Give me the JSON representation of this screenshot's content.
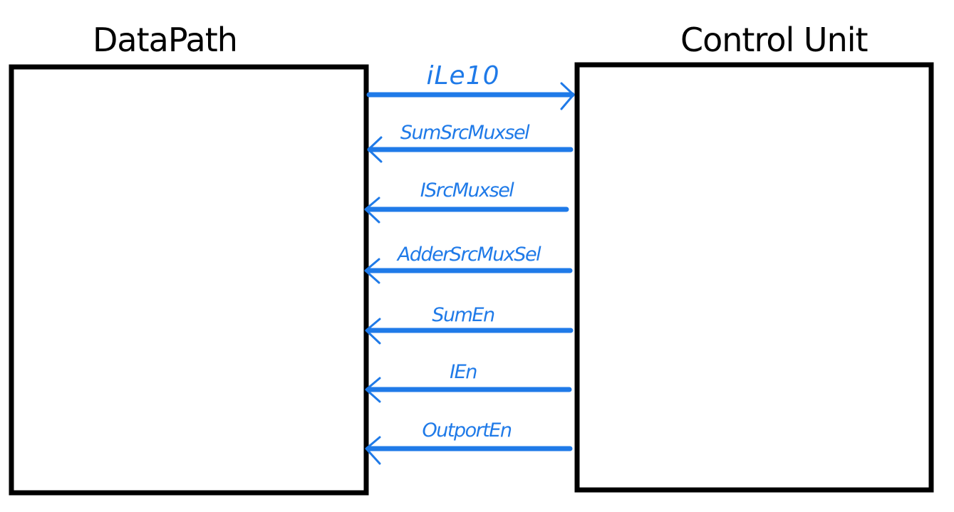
{
  "blocks": {
    "datapath": {
      "title": "DataPath"
    },
    "control_unit": {
      "title": "Control Unit"
    }
  },
  "colors": {
    "signal": "#1f7ae8",
    "block_border": "#000000",
    "title": "#000000"
  },
  "signals": [
    {
      "label": "iLe10",
      "direction": "to-control-unit"
    },
    {
      "label": "SumSrcMuxsel",
      "direction": "to-datapath"
    },
    {
      "label": "ISrcMuxsel",
      "direction": "to-datapath"
    },
    {
      "label": "AdderSrcMuxSel",
      "direction": "to-datapath"
    },
    {
      "label": "SumEn",
      "direction": "to-datapath"
    },
    {
      "label": "IEn",
      "direction": "to-datapath"
    },
    {
      "label": "OutportEn",
      "direction": "to-datapath"
    }
  ]
}
